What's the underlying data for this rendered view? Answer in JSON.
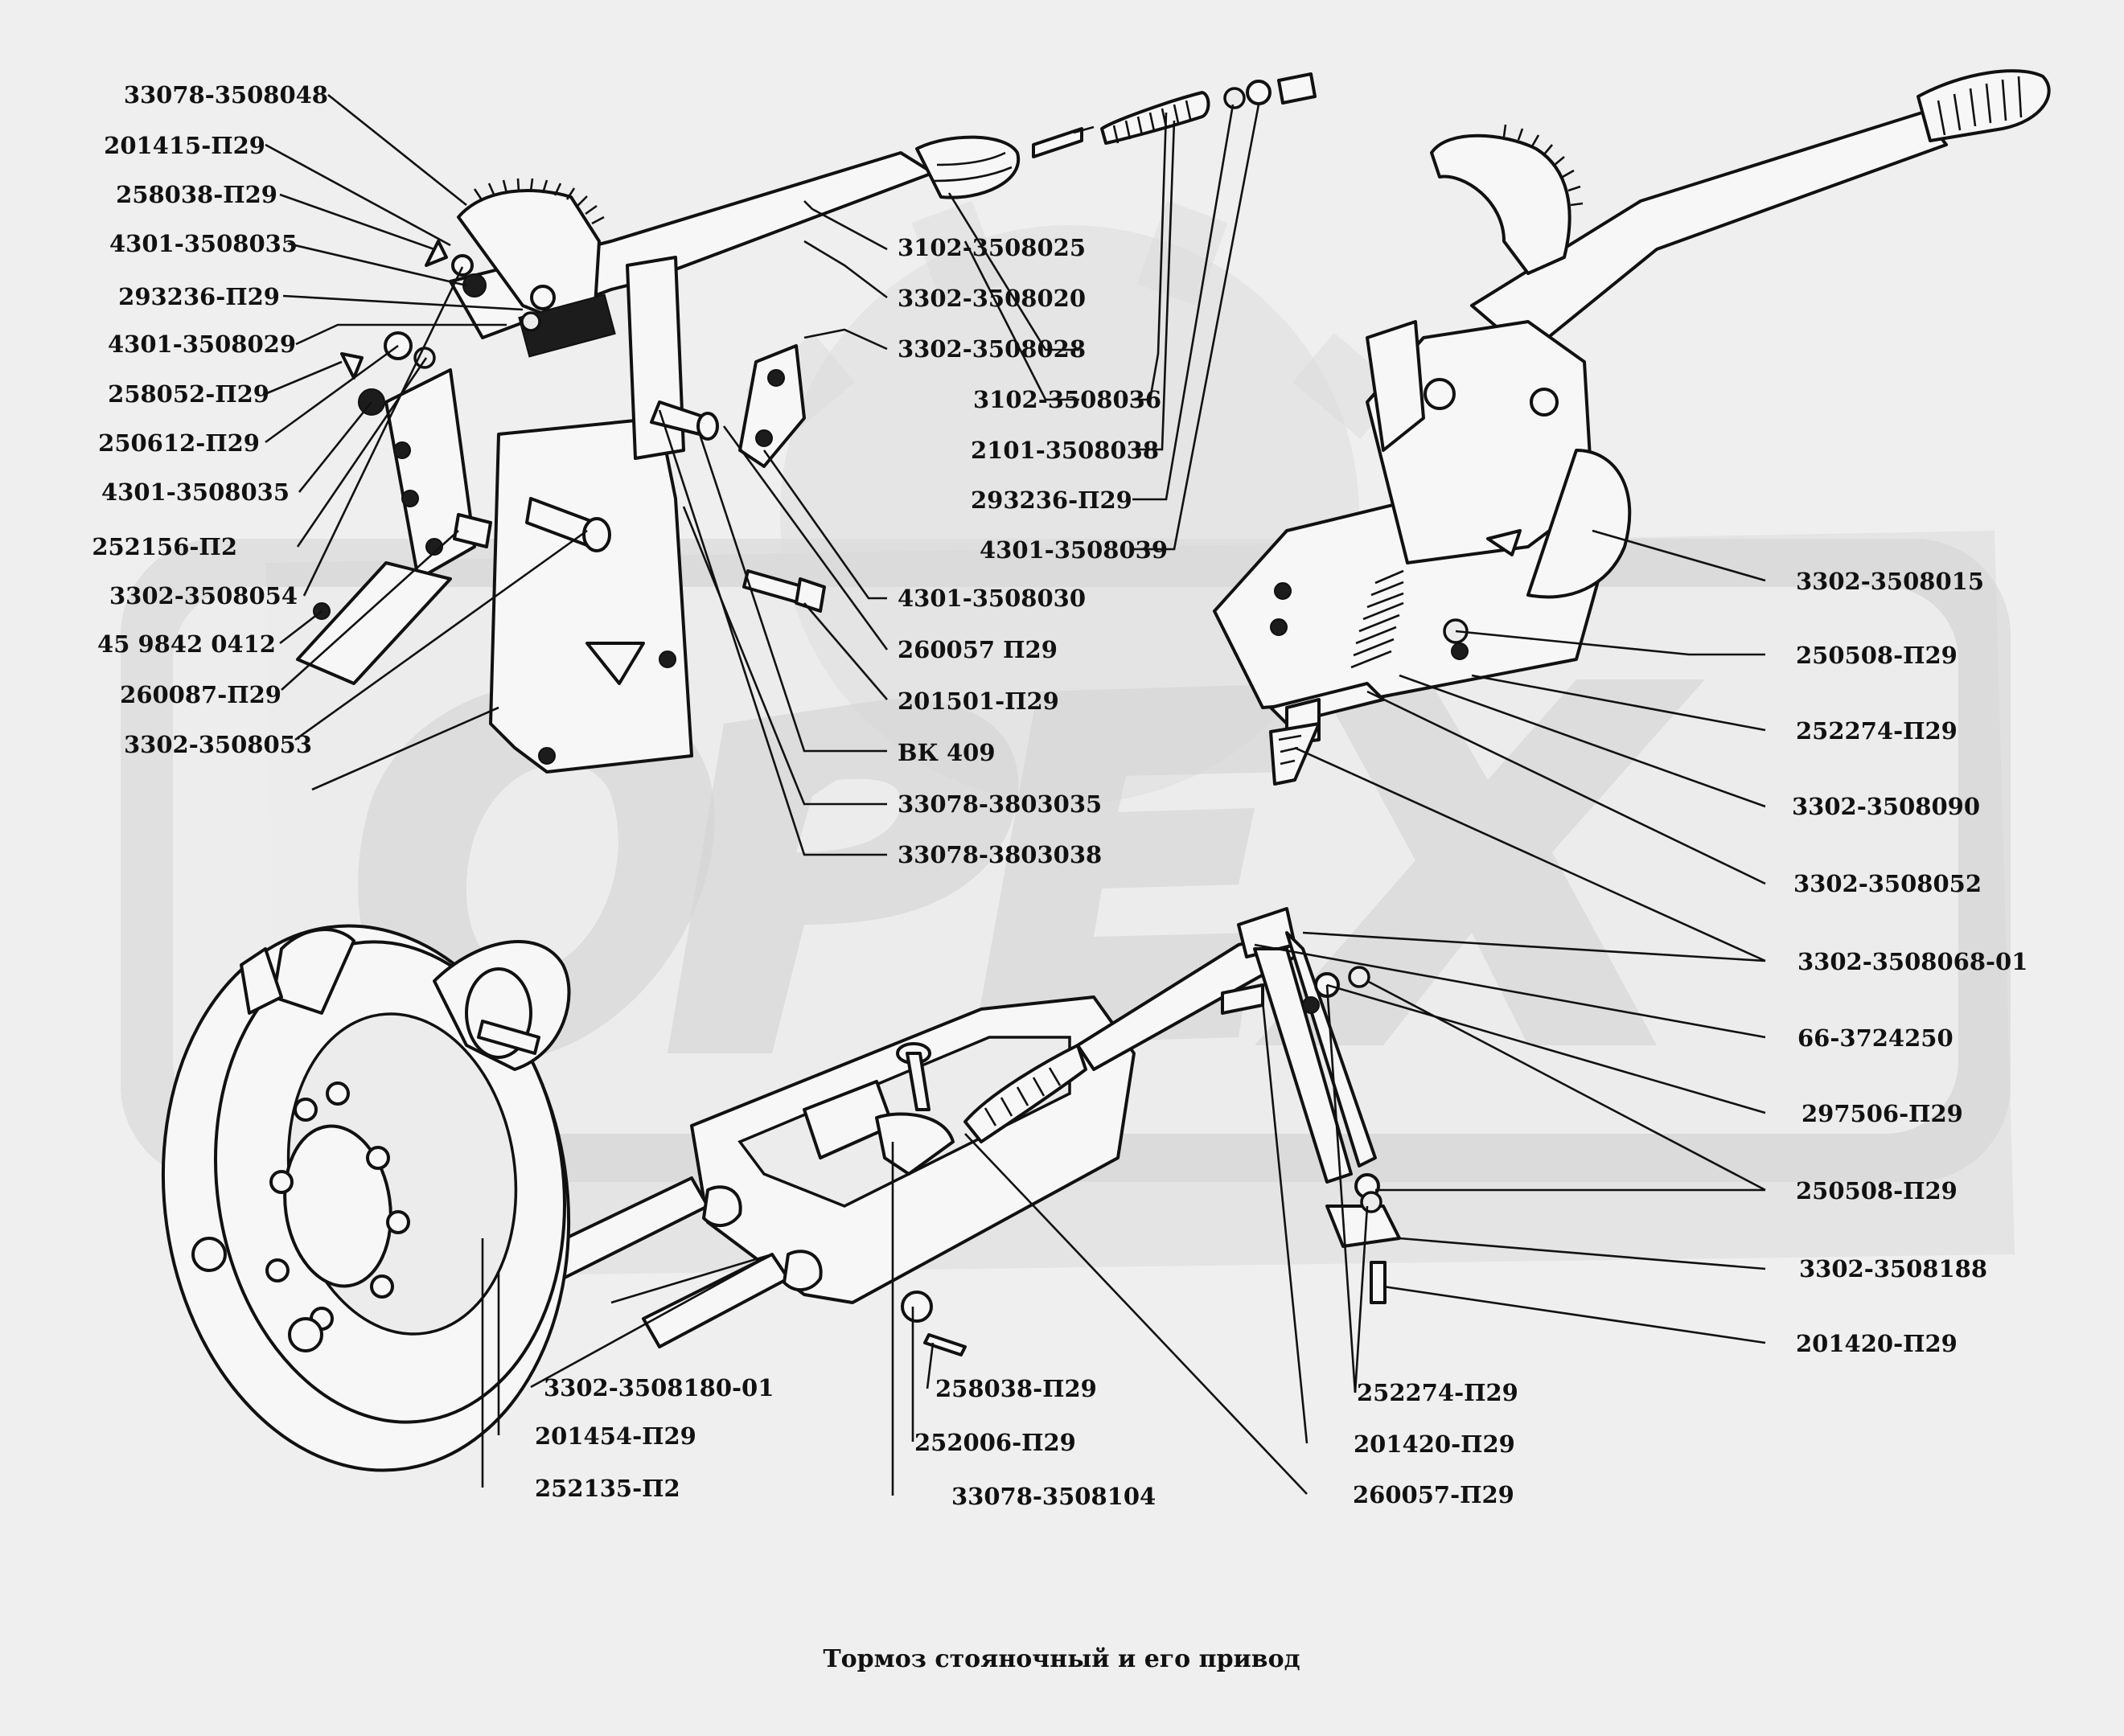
{
  "diagram": {
    "caption": "Тормоз стояночный и его привод",
    "watermark_text": "ОРЕХ",
    "colors": {
      "background": "#efefef",
      "watermark": "#d3d3d3",
      "ink": "#111111"
    }
  },
  "labels": [
    {
      "id": "l01",
      "text": "33078-3508048"
    },
    {
      "id": "l02",
      "text": "201415-П29"
    },
    {
      "id": "l03",
      "text": "258038-П29"
    },
    {
      "id": "l04",
      "text": "4301-3508035"
    },
    {
      "id": "l05",
      "text": "293236-П29"
    },
    {
      "id": "l06",
      "text": "4301-3508029"
    },
    {
      "id": "l07",
      "text": "258052-П29"
    },
    {
      "id": "l08",
      "text": "250612-П29"
    },
    {
      "id": "l09",
      "text": "4301-3508035"
    },
    {
      "id": "l10",
      "text": "252156-П2"
    },
    {
      "id": "l11",
      "text": "3302-3508054"
    },
    {
      "id": "l12",
      "text": "45 9842 0412"
    },
    {
      "id": "l13",
      "text": "260087-П29"
    },
    {
      "id": "l14",
      "text": "3302-3508053"
    },
    {
      "id": "l15",
      "text": "3102-3508025"
    },
    {
      "id": "l16",
      "text": "3302-3508020"
    },
    {
      "id": "l17",
      "text": "3302-3508028"
    },
    {
      "id": "l18",
      "text": "3102-3508036"
    },
    {
      "id": "l19",
      "text": "2101-3508038"
    },
    {
      "id": "l20",
      "text": "293236-П29"
    },
    {
      "id": "l21",
      "text": "4301-3508039"
    },
    {
      "id": "l22",
      "text": "4301-3508030"
    },
    {
      "id": "l23",
      "text": "260057 П29"
    },
    {
      "id": "l24",
      "text": "201501-П29"
    },
    {
      "id": "l25",
      "text": "ВК 409"
    },
    {
      "id": "l26",
      "text": "33078-3803035"
    },
    {
      "id": "l27",
      "text": "33078-3803038"
    },
    {
      "id": "l28",
      "text": "3302-3508015"
    },
    {
      "id": "l29",
      "text": "250508-П29"
    },
    {
      "id": "l30",
      "text": "252274-П29"
    },
    {
      "id": "l31",
      "text": "3302-3508090"
    },
    {
      "id": "l32",
      "text": "3302-3508052"
    },
    {
      "id": "l33",
      "text": "3302-3508068-01"
    },
    {
      "id": "l34",
      "text": "66-3724250"
    },
    {
      "id": "l35",
      "text": "297506-П29"
    },
    {
      "id": "l36",
      "text": "250508-П29"
    },
    {
      "id": "l37",
      "text": "3302-3508188"
    },
    {
      "id": "l38",
      "text": "201420-П29"
    },
    {
      "id": "l39",
      "text": "3302-3508180-01"
    },
    {
      "id": "l40",
      "text": "201454-П29"
    },
    {
      "id": "l41",
      "text": "252135-П2"
    },
    {
      "id": "l42",
      "text": "258038-П29"
    },
    {
      "id": "l43",
      "text": "252006-П29"
    },
    {
      "id": "l44",
      "text": "33078-3508104"
    },
    {
      "id": "l45",
      "text": "252274-П29"
    },
    {
      "id": "l46",
      "text": "201420-П29"
    },
    {
      "id": "l47",
      "text": "260057-П29"
    }
  ]
}
